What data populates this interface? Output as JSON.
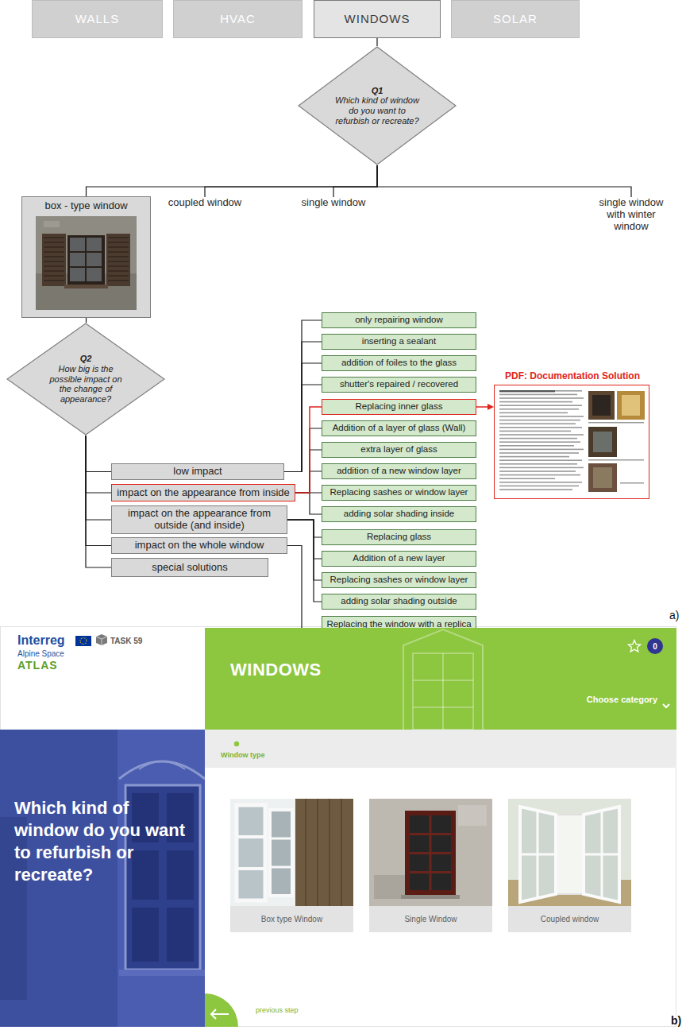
{
  "diagram": {
    "nodes": [
      {
        "text": [
          "WALLS"
        ]
      },
      {
        "text": [
          "HVAC"
        ]
      },
      {
        "text": [
          "WINDOWS"
        ]
      },
      {
        "text": [
          "SOLAR"
        ]
      },
      {
        "text": [
          "Q1",
          "Which kind of window do you want to refurbish or recreate?"
        ]
      },
      {
        "text": [
          "box - type window"
        ]
      },
      {
        "text": [
          "coupled window"
        ]
      },
      {
        "text": [
          "single window"
        ]
      },
      {
        "text": [
          "single window with winter window"
        ]
      },
      {
        "text": [
          "Q2",
          "How big is the possible impact on the change of appearance?"
        ]
      },
      {
        "text": [
          "low impact"
        ]
      },
      {
        "text": [
          "impact on the appearance from inside"
        ]
      },
      {
        "text": [
          "impact on the appearance from outside (and inside)"
        ]
      },
      {
        "text": [
          "impact on the whole window"
        ]
      },
      {
        "text": [
          "special solutions"
        ]
      },
      {
        "text": [
          "only repairing window"
        ]
      },
      {
        "text": [
          "inserting a sealant"
        ]
      },
      {
        "text": [
          "addition of foiles to the glass"
        ]
      },
      {
        "text": [
          "shutter's repaired / recovered"
        ]
      },
      {
        "text": [
          "Replacing inner glass"
        ]
      },
      {
        "text": [
          "Addition of a layer of glass (Wall)"
        ]
      },
      {
        "text": [
          "extra layer of glass"
        ]
      },
      {
        "text": [
          "addition of a new window layer"
        ]
      },
      {
        "text": [
          "Replacing sashes or window layer"
        ]
      },
      {
        "text": [
          "adding solar shading inside"
        ]
      },
      {
        "text": [
          "Replacing glass"
        ]
      },
      {
        "text": [
          "Addition of a new layer"
        ]
      },
      {
        "text": [
          "Replacing sashes or window layer"
        ]
      },
      {
        "text": [
          "adding solar shading outside"
        ]
      },
      {
        "text": [
          "Replacing the window with a replica or a new window"
        ]
      },
      {
        "text": [
          "PDF: Documentation Solution"
        ]
      },
      {
        "text": [
          "WINDOWS",
          "Choose category"
        ]
      },
      {
        "text": [
          "0"
        ],
        "in": 31
      },
      {
        "text": [
          "Which kind of window do you want to refurbish or recreate?"
        ]
      },
      {
        "text": [
          "Window type"
        ]
      },
      {
        "text": [
          "Box type Window"
        ]
      },
      {
        "text": [
          "Single Window"
        ]
      },
      {
        "text": [
          "Coupled window"
        ]
      }
    ],
    "edges": [
      {
        "from": 2,
        "to": 4,
        "arrow": "none"
      },
      {
        "from": 4,
        "to": 5,
        "arrow": "none"
      },
      {
        "from": 4,
        "to": 6,
        "arrow": "none"
      },
      {
        "from": 4,
        "to": 7,
        "arrow": "none"
      },
      {
        "from": 4,
        "to": 8,
        "arrow": "none"
      },
      {
        "from": 5,
        "to": 9,
        "arrow": "none"
      },
      {
        "from": 9,
        "to": 10,
        "arrow": "none"
      },
      {
        "from": 9,
        "to": 11,
        "arrow": "none"
      },
      {
        "from": 9,
        "to": 12,
        "arrow": "none"
      },
      {
        "from": 9,
        "to": 13,
        "arrow": "none"
      },
      {
        "from": 9,
        "to": 14,
        "arrow": "none"
      },
      {
        "from": 10,
        "to": 15,
        "arrow": "none"
      },
      {
        "from": 10,
        "to": 16,
        "arrow": "none"
      },
      {
        "from": 10,
        "to": 17,
        "arrow": "none"
      },
      {
        "from": 10,
        "to": 18,
        "arrow": "none"
      },
      {
        "from": 11,
        "to": 19,
        "arrow": "none"
      },
      {
        "from": 11,
        "to": 20,
        "arrow": "none"
      },
      {
        "from": 11,
        "to": 21,
        "arrow": "none"
      },
      {
        "from": 11,
        "to": 22,
        "arrow": "none"
      },
      {
        "from": 11,
        "to": 23,
        "arrow": "none"
      },
      {
        "from": 11,
        "to": 24,
        "arrow": "none"
      },
      {
        "from": 12,
        "to": 25,
        "arrow": "none"
      },
      {
        "from": 12,
        "to": 26,
        "arrow": "none"
      },
      {
        "from": 12,
        "to": 27,
        "arrow": "none"
      },
      {
        "from": 12,
        "to": 28,
        "arrow": "none"
      },
      {
        "from": 13,
        "to": 29,
        "arrow": "none"
      },
      {
        "from": 19,
        "to": 30,
        "arrow": "to"
      }
    ],
    "labels": [
      "a)",
      "b)",
      "Interreg",
      "Alpine Space",
      "ATLAS",
      "TASK 59",
      "previous step"
    ]
  }
}
